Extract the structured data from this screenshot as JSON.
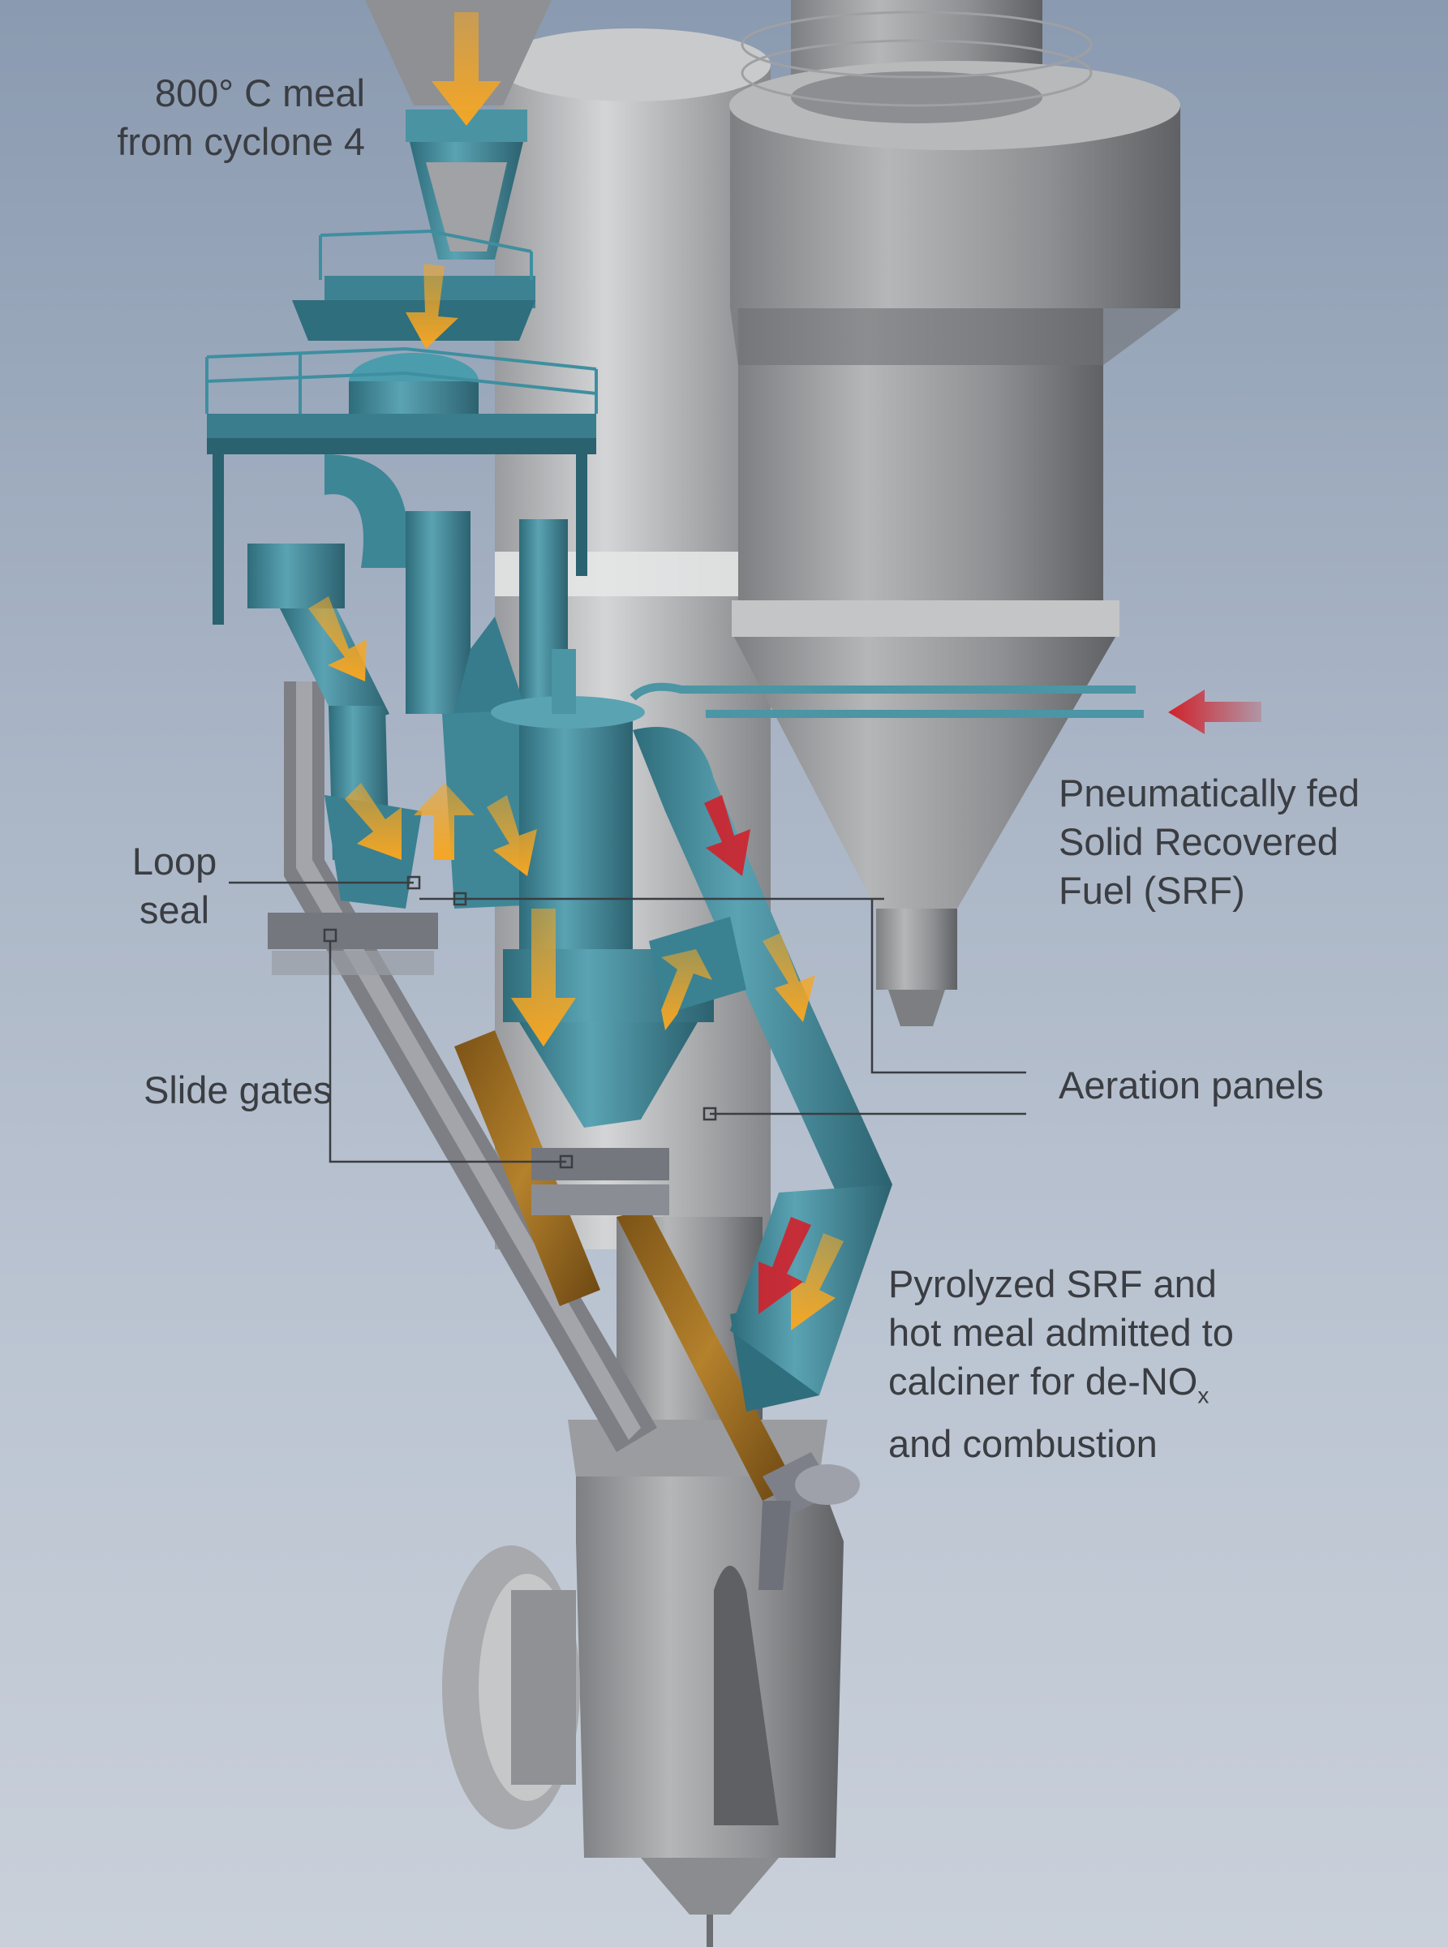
{
  "labels": {
    "meal_source": {
      "line1": "800° C meal",
      "line2": "from cyclone 4"
    },
    "loop_seal": {
      "line1": "Loop",
      "line2": "seal"
    },
    "slide_gates": "Slide gates",
    "srf_feed": {
      "line1": "Pneumatically fed",
      "line2": "Solid Recovered",
      "line3": "Fuel (SRF)"
    },
    "aeration_panels": "Aeration panels",
    "calciner_admit": {
      "line1": "Pyrolyzed SRF and",
      "line2": "hot meal admitted to",
      "line3_main": "calciner for de-NO",
      "line3_sub": "x",
      "line4": "and combustion"
    }
  },
  "colors": {
    "meal_arrow": "#f5a623",
    "fuel_arrow": "#d0212b",
    "equipment_teal": "#3f8797",
    "structure_grey": "#8e8f91",
    "brown_pipe": "#9c6a1e",
    "leader_line": "#3a3d42"
  }
}
